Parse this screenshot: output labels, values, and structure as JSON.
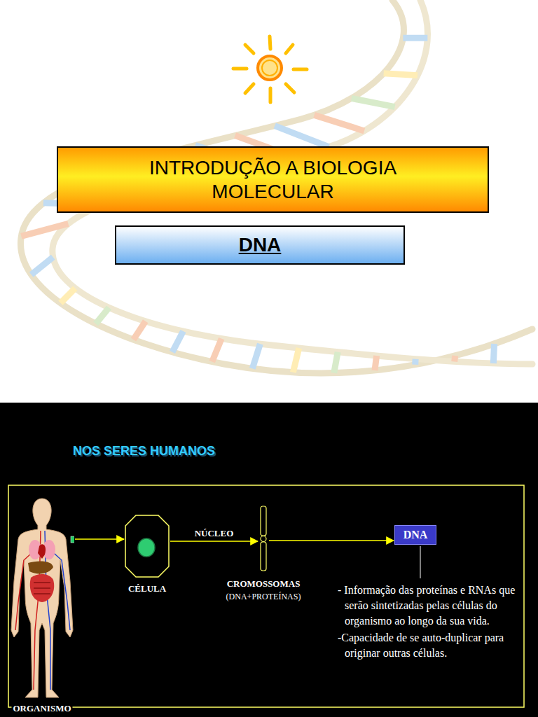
{
  "diagram": {
    "nodes": [
      {
        "text": [
          "INTRODUÇÃO A BIOLOGIA MOLECULAR"
        ]
      },
      {
        "text": [
          "DNA"
        ]
      },
      {
        "text": [
          "ORGANISMO"
        ]
      },
      {
        "text": [
          "CÉLULA"
        ]
      },
      {
        "text": [
          "CROMOSSOMAS",
          "(DNA+PROTEÍNAS)"
        ]
      },
      {
        "text": [
          "DNA"
        ]
      }
    ],
    "edges": [
      {
        "from": 2,
        "to": 3,
        "arrow": "to"
      },
      {
        "from": 3,
        "to": 4,
        "label": "NÚCLEO",
        "arrow": "to"
      },
      {
        "from": 4,
        "to": 5,
        "arrow": "to"
      }
    ],
    "labels": [
      "NOS SERES HUMANOS",
      "- Informação das proteínas e RNAs que serão sintetizadas pelas células do organismo ao longo da sua vida.",
      "-Capacidade de se auto-duplicar para originar outras células."
    ]
  }
}
